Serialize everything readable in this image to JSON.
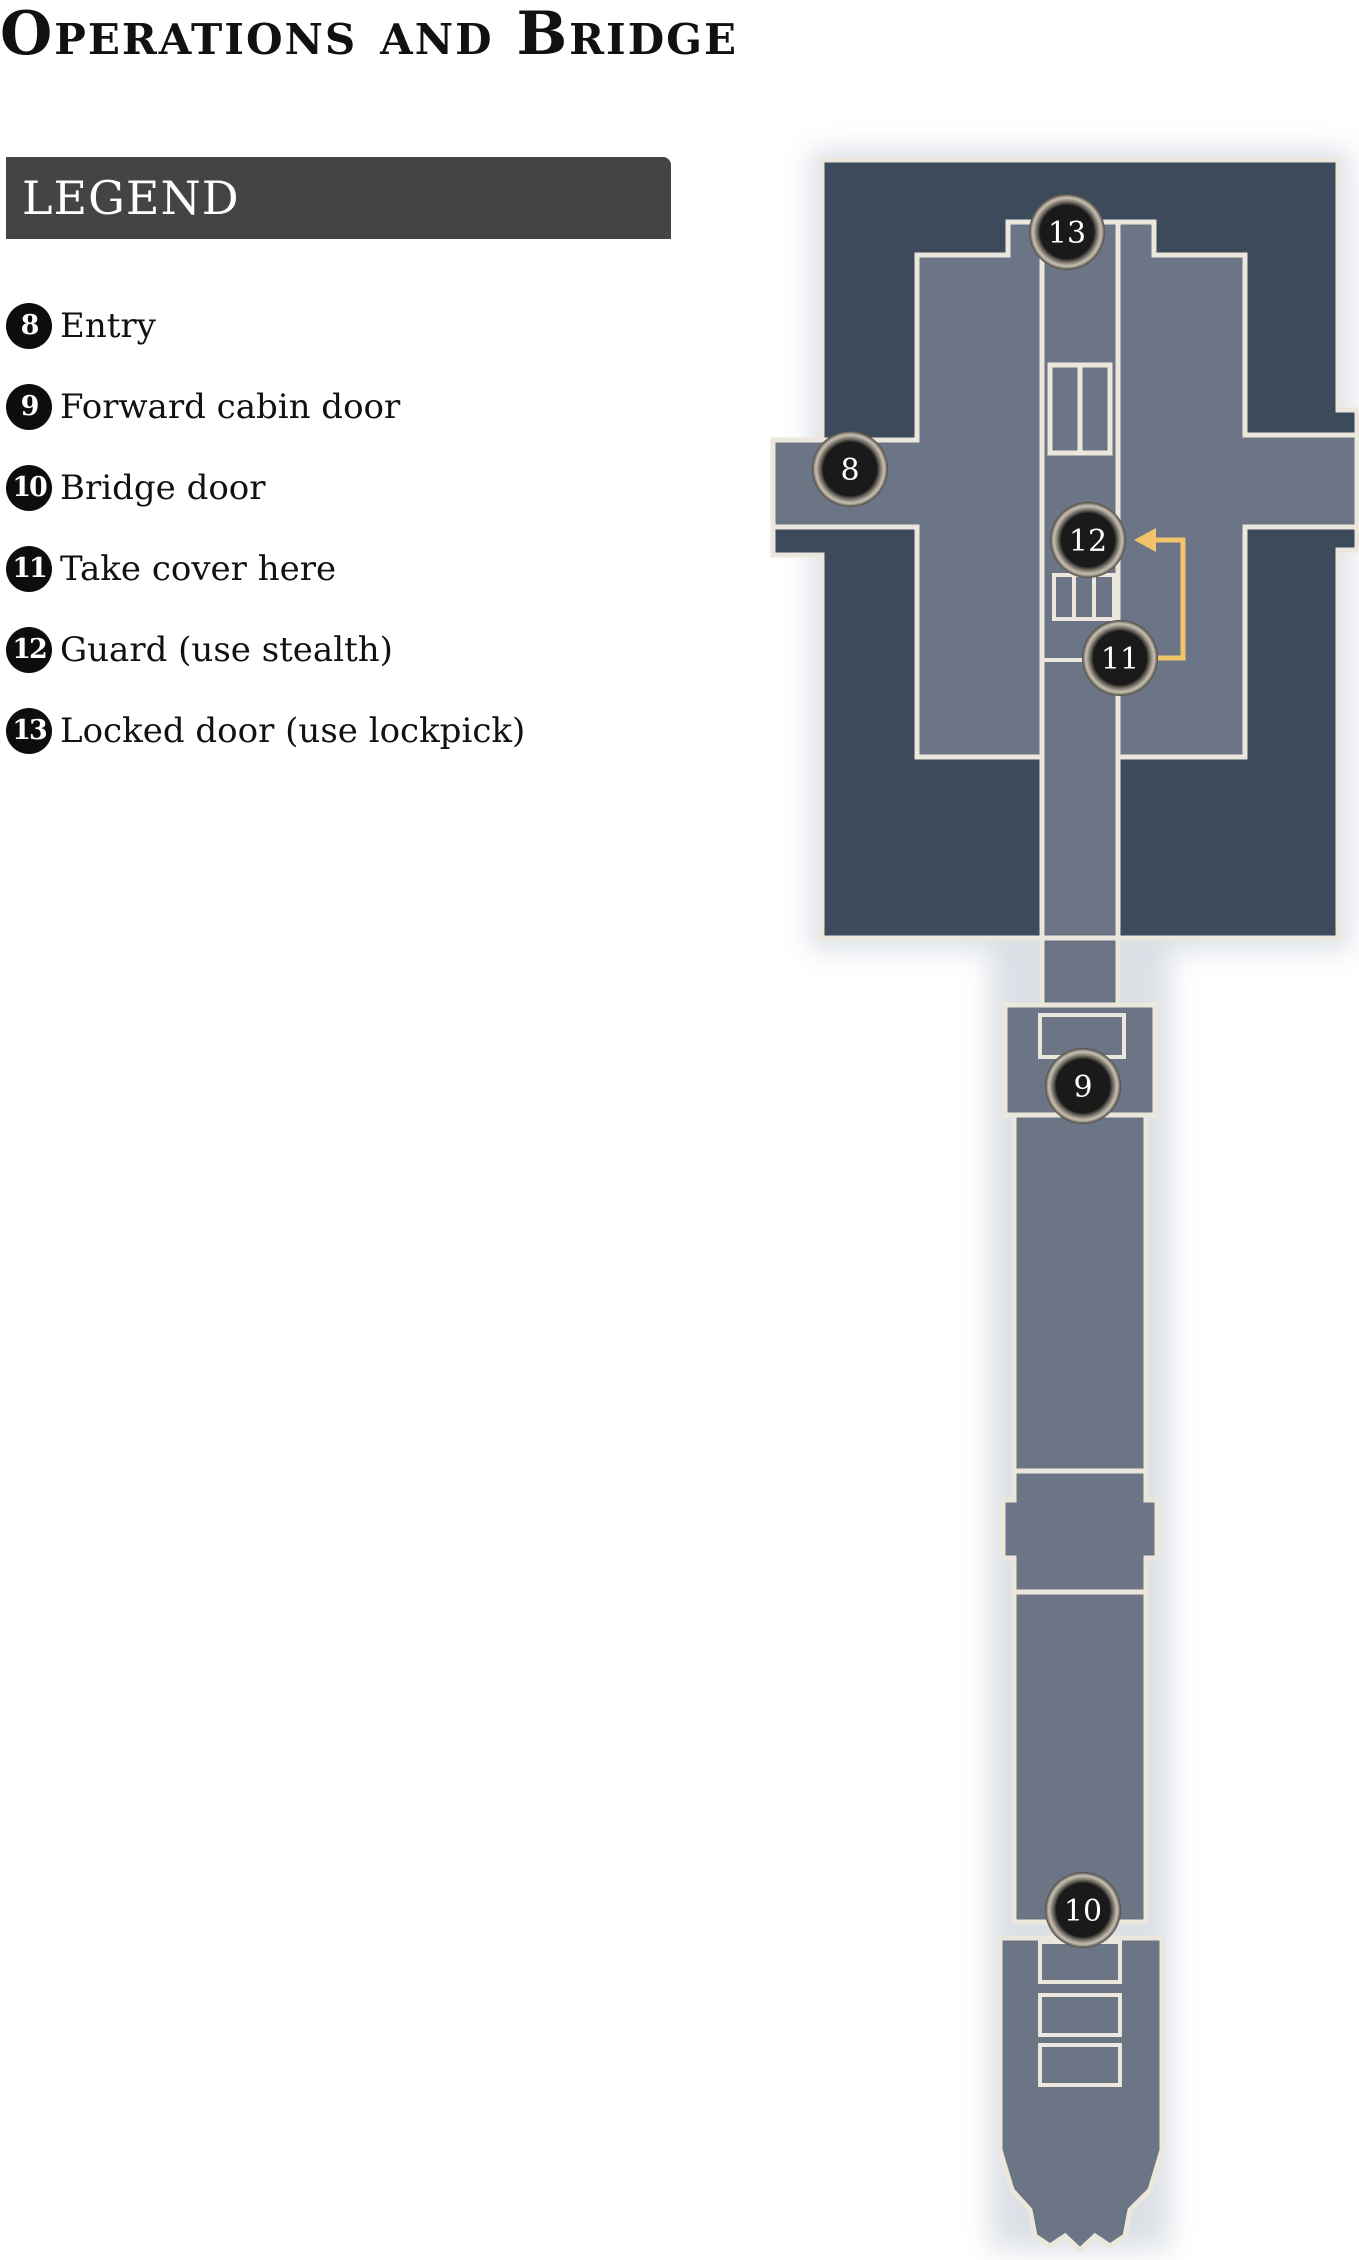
{
  "title": "Operations and Bridge",
  "legend": {
    "heading": "LEGEND",
    "items": [
      {
        "num": "8",
        "label": "Entry"
      },
      {
        "num": "9",
        "label": "Forward cabin door"
      },
      {
        "num": "10",
        "label": "Bridge door"
      },
      {
        "num": "11",
        "label": "Take cover here"
      },
      {
        "num": "12",
        "label": "Guard (use stealth)"
      },
      {
        "num": "13",
        "label": "Locked door (use lockpick)"
      }
    ]
  },
  "map_markers": [
    "13",
    "8",
    "12",
    "11",
    "9",
    "10"
  ],
  "colors": {
    "outer_deck": "#3d4a5c",
    "room_floor": "#6b7585",
    "wall": "#ece7dc",
    "path_arrow": "#f2c46a",
    "marker_fill": "#1a1a1a"
  }
}
